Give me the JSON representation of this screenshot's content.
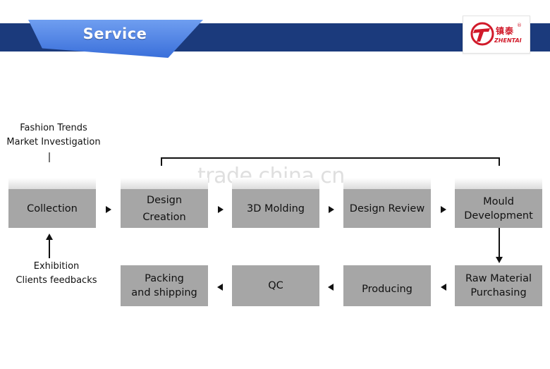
{
  "header": {
    "title": "Service",
    "logo": {
      "cn": "镇泰",
      "en": "ZHENTAI",
      "mark": "®"
    }
  },
  "watermark": "trade.china.cn",
  "inputs": {
    "top": [
      "Fashion Trends",
      "Market Investigation"
    ],
    "bottom": [
      "Exhibition",
      "Clients feedbacks"
    ]
  },
  "process": {
    "row1": [
      {
        "id": "collection",
        "lines": [
          "Collection"
        ]
      },
      {
        "id": "design-creation",
        "lines": [
          "Design",
          "Creation"
        ]
      },
      {
        "id": "3d-molding",
        "lines": [
          "3D Molding"
        ]
      },
      {
        "id": "design-review",
        "lines": [
          "Design Review"
        ]
      },
      {
        "id": "mould-development",
        "lines": [
          "Mould",
          "Development"
        ]
      }
    ],
    "row2": [
      {
        "id": "packing-shipping",
        "lines": [
          "Packing",
          "and shipping"
        ]
      },
      {
        "id": "qc",
        "lines": [
          "QC"
        ]
      },
      {
        "id": "producing",
        "lines": [
          "Producing"
        ]
      },
      {
        "id": "raw-material",
        "lines": [
          "Raw Material",
          "Purchasing"
        ]
      }
    ]
  },
  "colors": {
    "header_band": "#1b3a7c",
    "service_tab": "#3a6fda",
    "box_fill": "#a6a6a6",
    "logo_red": "#d11a2a"
  }
}
